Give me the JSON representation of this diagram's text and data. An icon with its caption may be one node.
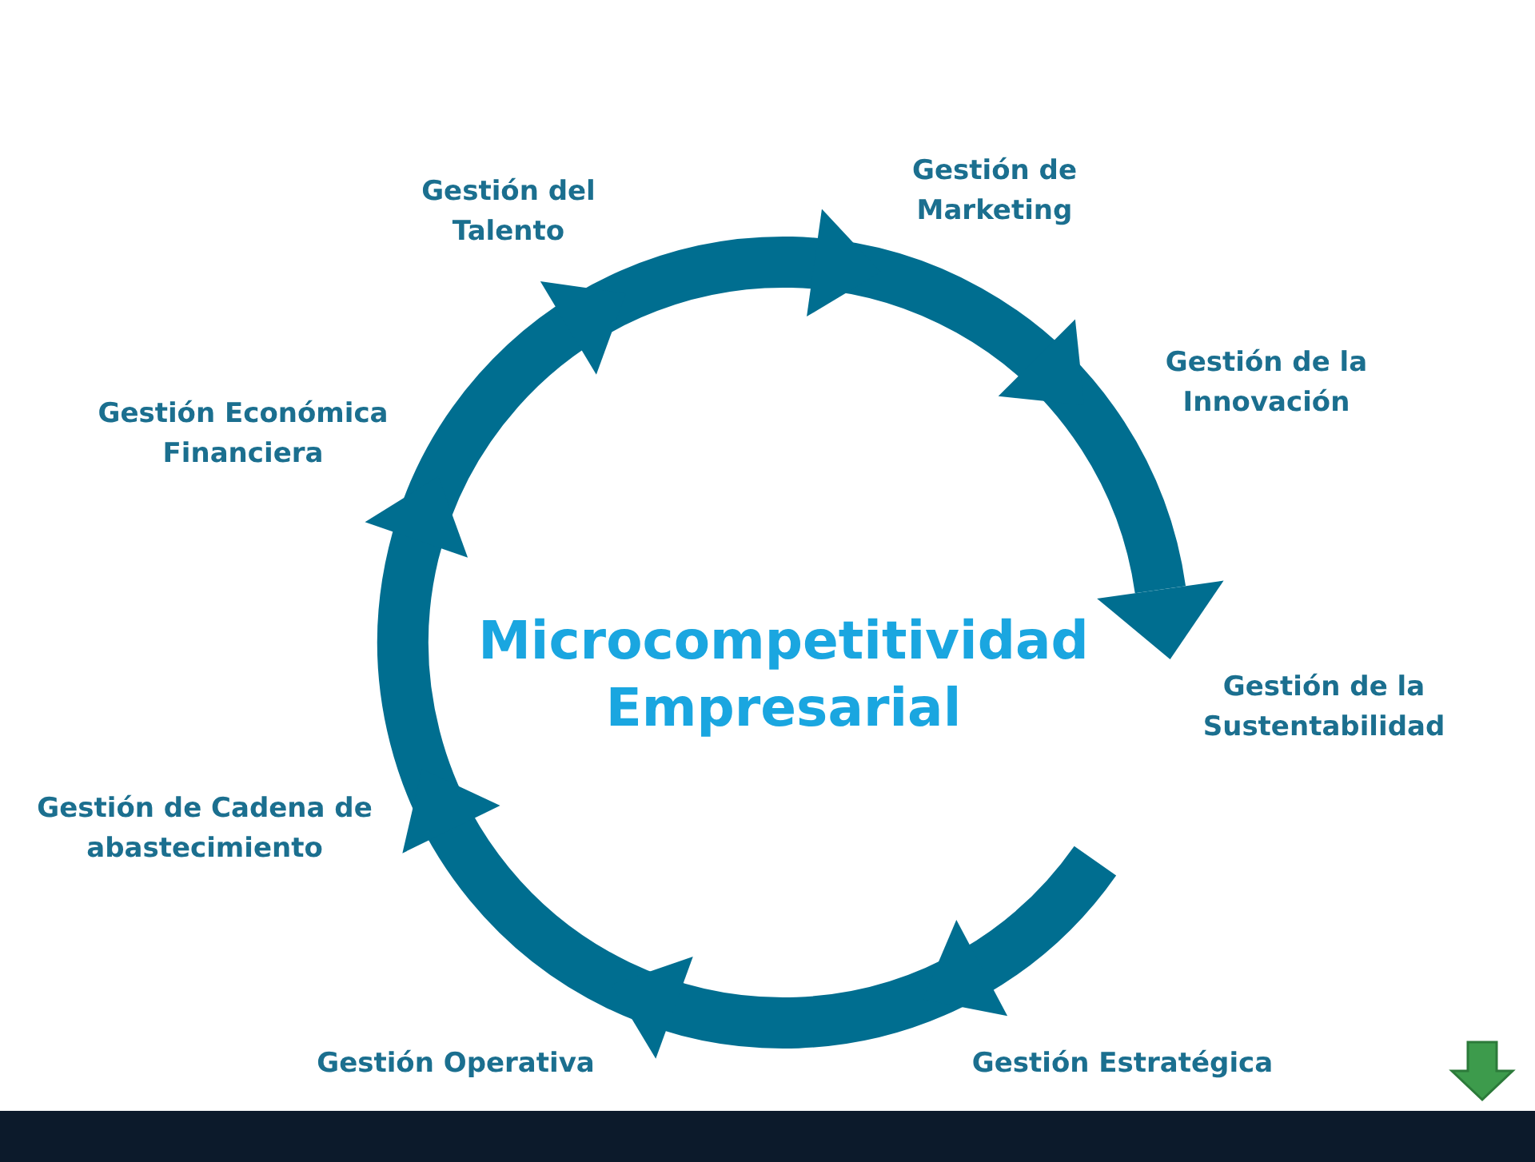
{
  "diagram": {
    "labels": [
      "Gestión del Talento",
      "Gestión de Marketing",
      "Gestión de la Innovación",
      "Gestión Económica Financiera",
      "Microcompetitividad Empresarial",
      "Gestión de la Sustentabilidad",
      "Gestión de Cadena de abastecimiento",
      "Gestión Operativa",
      "Gestión Estratégica"
    ]
  }
}
